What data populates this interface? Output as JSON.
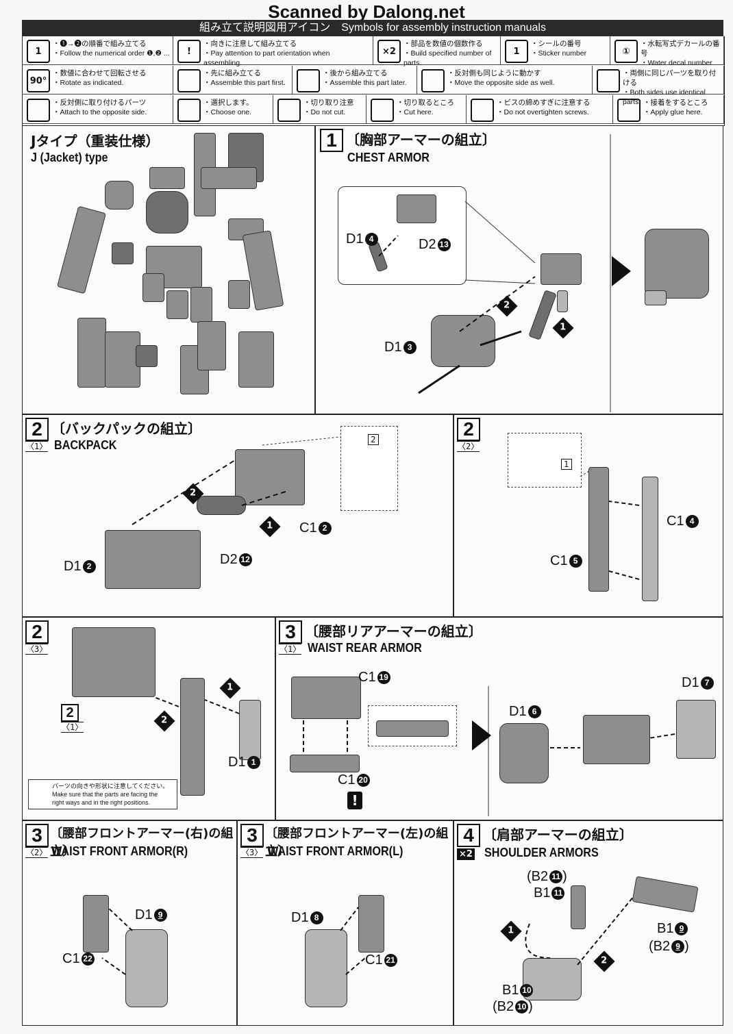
{
  "watermark": "Scanned by Dalong.net",
  "symbols_header": "組み立て説明図用アイコン　Symbols for assembly instruction manuals",
  "symbols": [
    {
      "jp": "・❶→❷の順番で組み立てる",
      "en": "・Follow the numerical order ❶,❷ ...",
      "icon": "step-order-icon",
      "glyph": "1"
    },
    {
      "jp": "・向きに注意して組み立てる",
      "en": "・Pay attention to part orientation when assembling.",
      "icon": "exclamation-icon",
      "glyph": "!"
    },
    {
      "jp": "・部品を数値の個数作る",
      "en": "・Build specified number of parts.",
      "icon": "multiply-two-icon",
      "glyph": "×2"
    },
    {
      "jp": "・シールの番号",
      "en": "・Sticker number",
      "icon": "sticker-icon",
      "glyph": "1"
    },
    {
      "jp": "・水転写式デカールの番号",
      "en": "・Water decal number",
      "icon": "decal-icon",
      "glyph": "①"
    },
    {
      "jp": "・数値に合わせて回転させる",
      "en": "・Rotate as indicated.",
      "icon": "rotate-icon",
      "glyph": "90°"
    },
    {
      "jp": "・先に組み立てる",
      "en": "・Assemble this part first.",
      "icon": "assemble-first-icon",
      "glyph": ""
    },
    {
      "jp": "・後から組み立てる",
      "en": "・Assemble this part later.",
      "icon": "assemble-later-icon",
      "glyph": ""
    },
    {
      "jp": "・反対側も同じように動かす",
      "en": "・Move the opposite side as well.",
      "icon": "mirror-move-icon",
      "glyph": ""
    },
    {
      "jp": "・両側に同じパーツを取り付ける",
      "en": "・Both sides use identical parts.",
      "icon": "both-sides-icon",
      "glyph": ""
    },
    {
      "jp": "・反対側に取り付けるパーツ",
      "en": "・Attach to the opposite side.",
      "icon": "opposite-side-icon",
      "glyph": ""
    },
    {
      "jp": "・選択します。",
      "en": "・Choose one.",
      "icon": "choose-icon",
      "glyph": ""
    },
    {
      "jp": "・切り取り注意",
      "en": "・Do not cut.",
      "icon": "do-not-cut-icon",
      "glyph": ""
    },
    {
      "jp": "・切り取るところ",
      "en": "・Cut here.",
      "icon": "cut-here-icon",
      "glyph": ""
    },
    {
      "jp": "・ビスの締めすぎに注意する",
      "en": "・Do not overtighten screws.",
      "icon": "screw-icon",
      "glyph": ""
    },
    {
      "jp": "・接着をするところ",
      "en": "・Apply glue here.",
      "icon": "glue-icon",
      "glyph": ""
    }
  ],
  "jtype": {
    "jp": "Jタイプ（重装仕様）",
    "en": "J (Jacket) type"
  },
  "step1": {
    "num": "1",
    "jp": "〔胸部アーマーの組立〕",
    "en": "CHEST ARMOR",
    "labels": {
      "d1_4": "D1",
      "d1_4n": "4",
      "d2_13": "D2",
      "d2_13n": "13",
      "d1_3": "D1",
      "d1_3n": "3"
    }
  },
  "step2_1": {
    "num": "2",
    "sub": "〈1〉",
    "jp": "〔バックパックの組立〕",
    "en": "BACKPACK",
    "labels": {
      "c1": "C1",
      "c1n": "2",
      "d1": "D1",
      "d1n": "2",
      "d2": "D2",
      "d2n": "12",
      "sticker": "2"
    }
  },
  "step2_2": {
    "num": "2",
    "sub": "〈2〉",
    "labels": {
      "c14": "C1",
      "c14n": "4",
      "c15": "C1",
      "c15n": "5",
      "sticker": "1"
    }
  },
  "step2_3": {
    "num": "2",
    "sub": "〈3〉",
    "ref_num": "2",
    "ref_sub": "〈1〉",
    "labels": {
      "d1": "D1",
      "d1n": "1"
    },
    "note_jp": "パーツの向きや形状に注意してください。",
    "note_en1": "Make sure that the parts are facing the",
    "note_en2": "right ways and in the right positions."
  },
  "step3_1": {
    "num": "3",
    "sub": "〈1〉",
    "jp": "〔腰部リアアーマーの組立〕",
    "en": "WAIST REAR ARMOR",
    "labels": {
      "c19": "C1",
      "c19n": "19",
      "c20": "C1",
      "c20n": "20",
      "d16": "D1",
      "d16n": "6",
      "d17": "D1",
      "d17n": "7"
    }
  },
  "step3_2": {
    "num": "3",
    "sub": "〈2〉",
    "jp": "〔腰部フロントアーマー(右)の組立〕",
    "en": "WAIST FRONT ARMOR(R)",
    "labels": {
      "d19": "D1",
      "d19n": "9",
      "c22": "C1",
      "c22n": "22"
    }
  },
  "step3_3": {
    "num": "3",
    "sub": "〈3〉",
    "jp": "〔腰部フロントアーマー(左)の組立〕",
    "en": "WAIST FRONT ARMOR(L)",
    "labels": {
      "d18": "D1",
      "d18n": "8",
      "c21": "C1",
      "c21n": "21"
    }
  },
  "step4": {
    "num": "4",
    "mult": "×2",
    "jp": "〔肩部アーマーの組立〕",
    "en": "SHOULDER ARMORS",
    "labels": {
      "b211": "(B2",
      "b211n": "11",
      "b211c": ")",
      "b111": "B1",
      "b111n": "11",
      "b19": "B1",
      "b19n": "9",
      "b29": "(B2",
      "b29n": "9",
      "b29c": ")",
      "b110": "B1",
      "b110n": "10",
      "b210": "(B2",
      "b210n": "10",
      "b210c": ")"
    }
  },
  "step_markers": {
    "one": "1",
    "two": "2"
  }
}
